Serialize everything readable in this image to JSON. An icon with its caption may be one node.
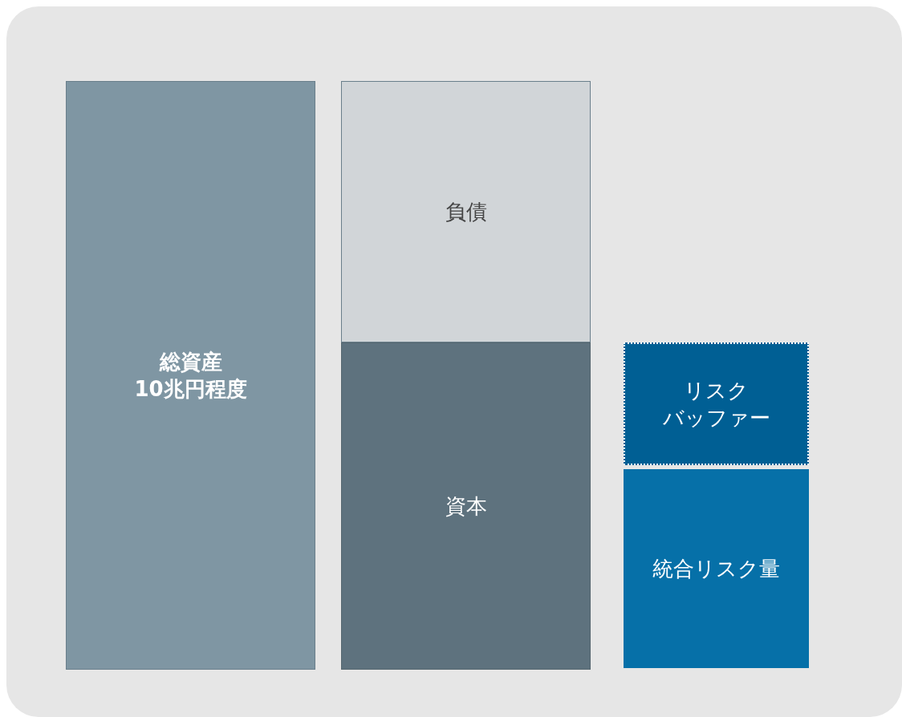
{
  "diagram": {
    "nodes": [
      {
        "text": [
          "総資産",
          "10兆円程度"
        ]
      },
      {
        "text": [
          "負債"
        ]
      },
      {
        "text": [
          "資本"
        ]
      },
      {
        "text": [
          "リスク",
          "バッファー"
        ]
      },
      {
        "text": [
          "統合リスク量"
        ]
      }
    ]
  }
}
